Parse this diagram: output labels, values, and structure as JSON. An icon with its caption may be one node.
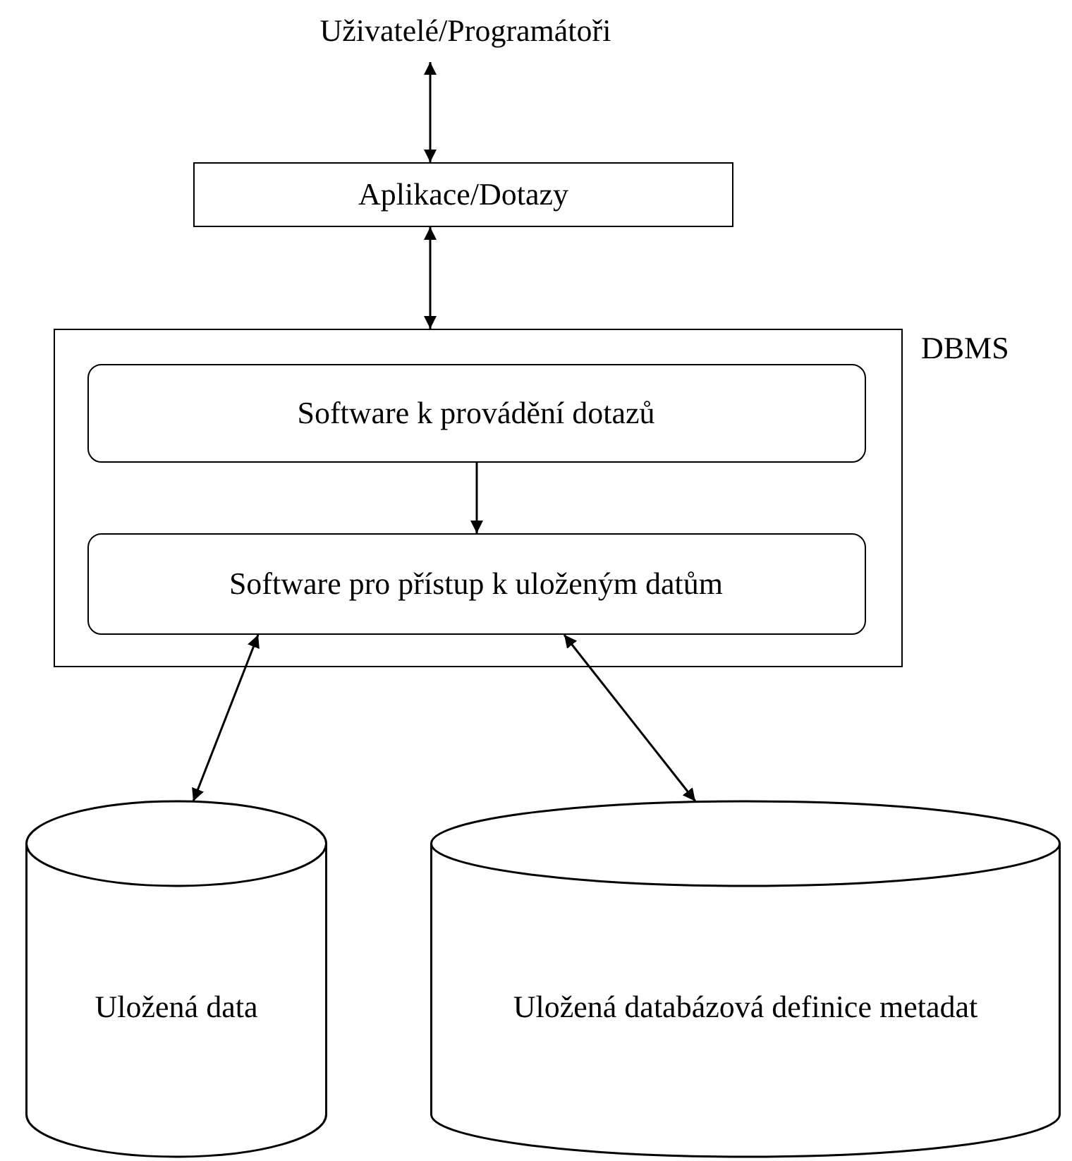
{
  "diagram": {
    "nodes": [
      {
        "text": [
          "Uživatelé/Programátoři"
        ]
      },
      {
        "text": [
          "Aplikace/Dotazy"
        ]
      },
      {
        "text": [
          "DBMS"
        ]
      },
      {
        "text": [
          "Software k provádění dotazů"
        ],
        "in": 2
      },
      {
        "text": [
          "Software pro přístup k uloženým datům"
        ],
        "in": 2
      },
      {
        "text": [
          "Uložená data"
        ]
      },
      {
        "text": [
          "Uložená databázová definice metadat"
        ]
      }
    ],
    "edges": [
      {
        "from": 0,
        "to": 1,
        "arrow": "both"
      },
      {
        "from": 1,
        "to": 2,
        "arrow": "both"
      },
      {
        "from": 3,
        "to": 4,
        "arrow": "to"
      },
      {
        "from": 4,
        "to": 5,
        "arrow": "both"
      },
      {
        "from": 4,
        "to": 6,
        "arrow": "both"
      }
    ]
  }
}
